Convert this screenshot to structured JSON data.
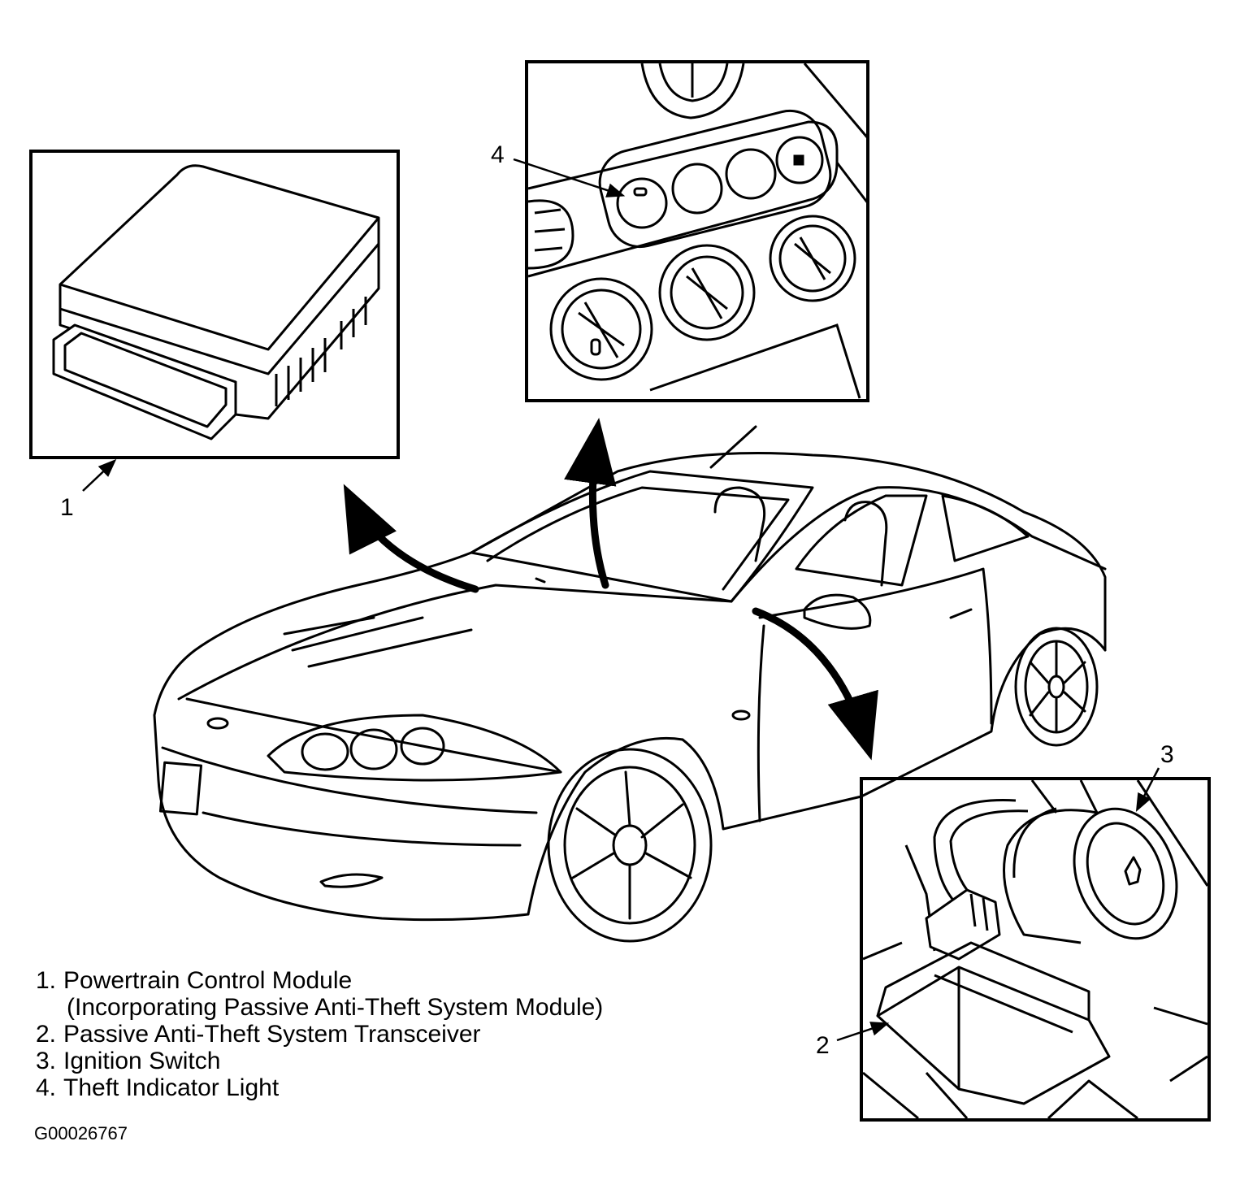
{
  "callouts": {
    "c1": "1",
    "c2": "2",
    "c3": "3",
    "c4": "4"
  },
  "legend": {
    "item1_num": "1.",
    "item1_text": "Powertrain Control Module",
    "item1_cont": "(Incorporating Passive Anti-Theft System Module)",
    "item2_num": "2.",
    "item2_text": "Passive Anti-Theft System Transceiver",
    "item3_num": "3.",
    "item3_text": "Ignition Switch",
    "item4_num": "4.",
    "item4_text": "Theft Indicator Light"
  },
  "figure_id": "G00026767"
}
